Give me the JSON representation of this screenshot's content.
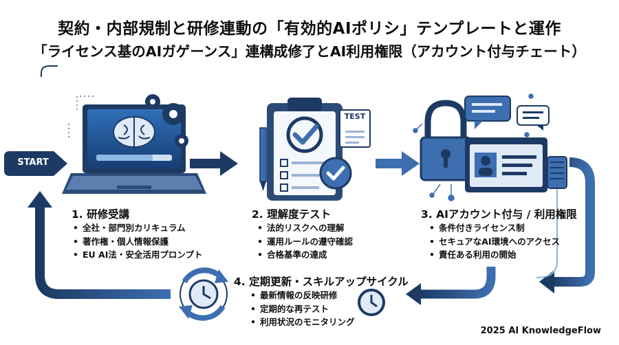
{
  "title_line1": "契約・内部規制と研修連動の「有効的AIポリシ」テンプレートと運作",
  "title_line2": "「ライセンス基のAIガゲーンス」連構成修了とAI利用権限（アカウント付与チェート）",
  "start_label": "START",
  "test_label": "TEST",
  "steps": [
    {
      "title": "1. 研修受講",
      "items": [
        "全社・部門別カリキュラム",
        "著作権・個人情報保護",
        "EU AI法・安全活用プロンプト"
      ]
    },
    {
      "title": "2. 理解度テスト",
      "items": [
        "法的リスクへの理解",
        "運用ルールの遵守確認",
        "合格基準の達成"
      ]
    },
    {
      "title": "3. AIアカウント付与 / 利用権限",
      "items": [
        "条件付きライセンス制",
        "セキュアなAI環境へのアクセス",
        "責任ある利用の開始"
      ]
    },
    {
      "title": "4. 定期更新・スキルアップサイクル",
      "items": [
        "最新情報の反映研修",
        "定期的な再テスト",
        "利用状況のモニタリング"
      ]
    }
  ],
  "footer": "2025 AI KnowledgeFlow",
  "colors": {
    "navy": "#1c3a63",
    "blue": "#3d6fb0",
    "light": "#dfeaf6"
  }
}
